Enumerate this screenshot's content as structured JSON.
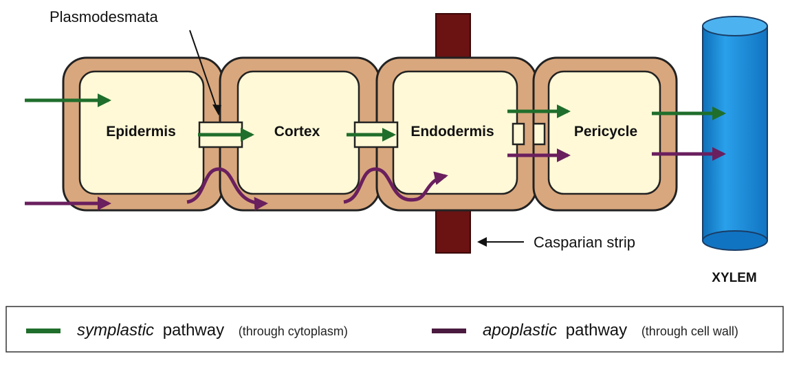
{
  "labels": {
    "plasmodesmata": "Plasmodesmata",
    "casparian_strip": "Casparian strip",
    "xylem": "XYLEM"
  },
  "cells": [
    {
      "name": "Epidermis"
    },
    {
      "name": "Cortex"
    },
    {
      "name": "Endodermis"
    },
    {
      "name": "Pericycle"
    }
  ],
  "legend": {
    "symplastic": {
      "term": "symplastic",
      "word": "pathway",
      "note": "(through cytoplasm)"
    },
    "apoplastic": {
      "term": "apoplastic",
      "word": "pathway",
      "note": "(through cell wall)"
    }
  },
  "colors": {
    "cell_wall": "#d9a77d",
    "cytoplasm": "#fff9d7",
    "symplastic": "#1f6e2b",
    "apoplastic": "#6a1f5e",
    "casparian": "#6b1212",
    "xylem": "#1c8fdc"
  }
}
